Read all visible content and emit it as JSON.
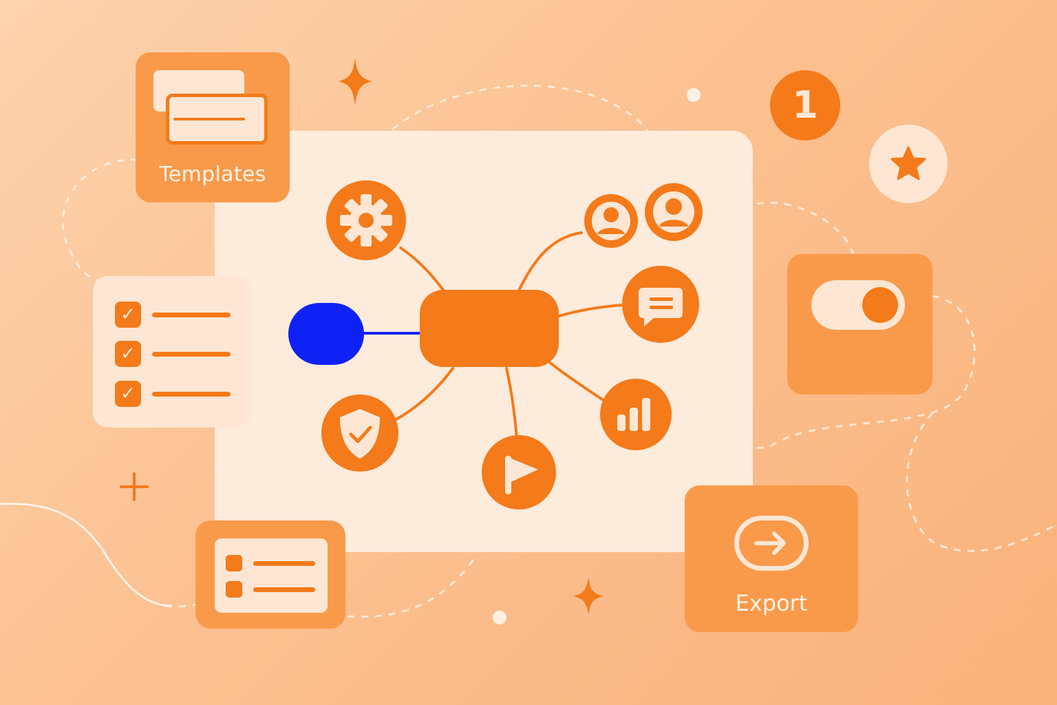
{
  "colors": {
    "accent": "#f47a1a",
    "tile": "#f99a4a",
    "canvas": "#fdebdc",
    "light": "#fde7d4",
    "selected_node": "#0f22f5"
  },
  "templates": {
    "label": "Templates"
  },
  "export": {
    "label": "Export"
  },
  "notification": {
    "count": "1"
  },
  "toggle": {
    "on": true
  },
  "checklist": {
    "checked": [
      true,
      true,
      true
    ]
  },
  "mindmap": {
    "nodes": [
      {
        "name": "center-node",
        "icon": "none"
      },
      {
        "name": "selected-node",
        "icon": "none"
      },
      {
        "name": "settings-node",
        "icon": "gear-icon"
      },
      {
        "name": "users-node",
        "icon": "user-icon"
      },
      {
        "name": "user-node",
        "icon": "user-icon"
      },
      {
        "name": "comments-node",
        "icon": "chat-icon"
      },
      {
        "name": "analytics-node",
        "icon": "bar-chart-icon"
      },
      {
        "name": "milestone-node",
        "icon": "flag-icon"
      },
      {
        "name": "security-node",
        "icon": "shield-check-icon"
      }
    ]
  },
  "icons": {
    "favorite": "star-icon",
    "add": "plus-icon",
    "export": "arrow-right-icon",
    "sparkles": "sparkle-icon"
  }
}
